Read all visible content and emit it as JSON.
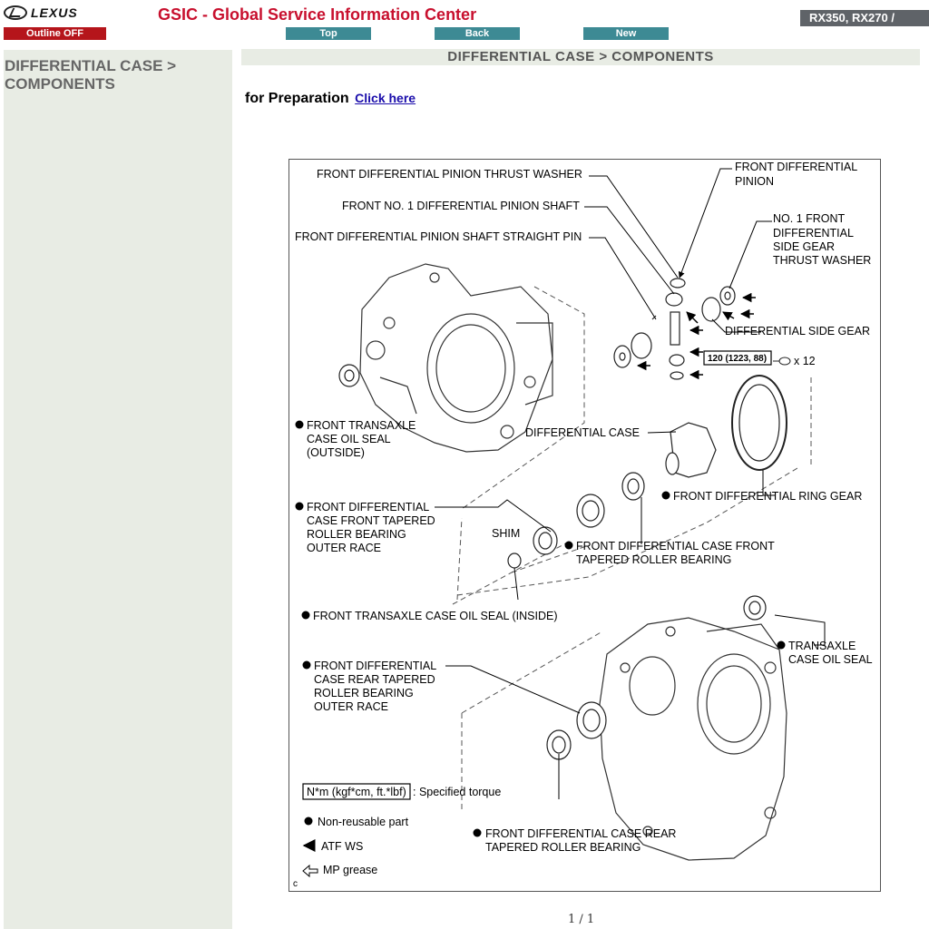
{
  "header": {
    "logo_text": "LEXUS",
    "site_title": "GSIC - Global Service Information Center",
    "model": "RX350, RX270 /",
    "outline_label": "Outline OFF",
    "top_label": "Top",
    "back_label": "Back",
    "new_label": "New"
  },
  "sidebar": {
    "title": "DIFFERENTIAL CASE > COMPONENTS"
  },
  "main": {
    "section_title": "DIFFERENTIAL CASE > COMPONENTS",
    "prep_text": "for Preparation",
    "prep_link": "Click here",
    "pager": "1 / 1"
  },
  "figure": {
    "labels": {
      "pinion_thrust_washer": "FRONT DIFFERENTIAL PINION THRUST WASHER",
      "pinion_shaft": "FRONT NO. 1 DIFFERENTIAL PINION SHAFT",
      "straight_pin": "FRONT DIFFERENTIAL PINION SHAFT STRAIGHT PIN",
      "pinion_1": "FRONT DIFFERENTIAL",
      "pinion_2": "PINION",
      "side_washer_1": "NO. 1 FRONT",
      "side_washer_2": "DIFFERENTIAL",
      "side_washer_3": "SIDE GEAR",
      "side_washer_4": "THRUST WASHER",
      "side_gear": "DIFFERENTIAL SIDE GEAR",
      "torque": "120 (1223, 88)",
      "bolt_count": "x 12",
      "case_oil_seal_1": "FRONT TRANSAXLE",
      "case_oil_seal_2": "CASE OIL SEAL",
      "case_oil_seal_3": "(OUTSIDE)",
      "diff_case": "DIFFERENTIAL CASE",
      "ring_gear": "FRONT DIFFERENTIAL RING GEAR",
      "front_race_1": "FRONT DIFFERENTIAL",
      "front_race_2": "CASE FRONT TAPERED",
      "front_race_3": "ROLLER BEARING",
      "front_race_4": "OUTER RACE",
      "shim": "SHIM",
      "front_bearing_1": "FRONT DIFFERENTIAL CASE FRONT",
      "front_bearing_2": "TAPERED ROLLER BEARING",
      "inside_seal": "FRONT TRANSAXLE CASE OIL SEAL (INSIDE)",
      "transaxle_seal_1": "TRANSAXLE",
      "transaxle_seal_2": "CASE OIL SEAL",
      "rear_race_1": "FRONT DIFFERENTIAL",
      "rear_race_2": "CASE REAR TAPERED",
      "rear_race_3": "ROLLER BEARING",
      "rear_race_4": "OUTER RACE",
      "rear_bearing_1": "FRONT DIFFERENTIAL CASE REAR",
      "rear_bearing_2": "TAPERED ROLLER BEARING",
      "legend_torque_box": "N*m (kgf*cm, ft.*lbf)",
      "legend_torque": ": Specified torque",
      "legend_nonreusable": "Non-reusable part",
      "legend_atf": "ATF WS",
      "legend_mp": "MP grease",
      "corner_code": "c"
    }
  }
}
